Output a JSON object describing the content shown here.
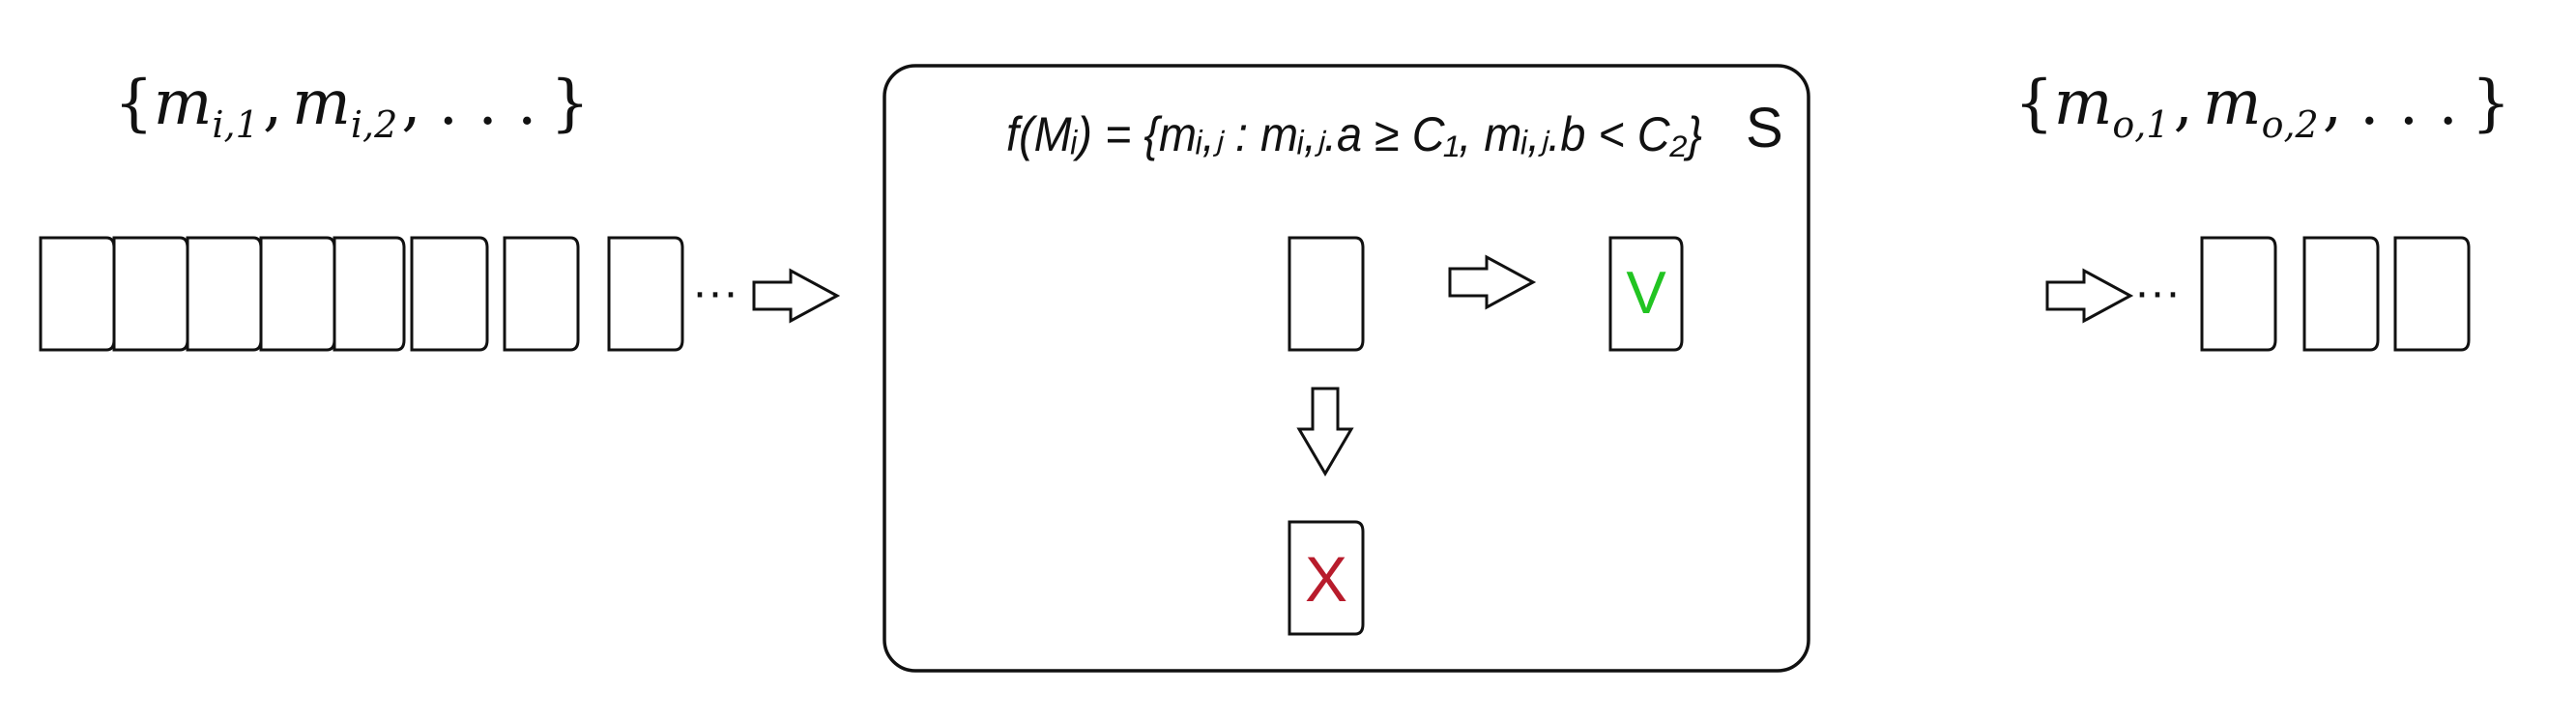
{
  "input_stream": {
    "set_open": "{",
    "m": "m",
    "sub_1": "i,1",
    "sub_2": "i,2",
    "comma": ",",
    "ellipsis": ". . .",
    "set_close": "}",
    "messages_shown": 8,
    "trailing_dots": "···"
  },
  "system": {
    "label": "S",
    "function_text": "f(Mᵢ) = {mᵢ,ⱼ : mᵢ,ⱼ.a ≥ C₁, mᵢ,ⱼ.b < C₂}",
    "accepted_mark": "V",
    "rejected_mark": "X",
    "accepted_color": "#22c422",
    "rejected_color": "#b81c2c"
  },
  "output_stream": {
    "set_open": "{",
    "m": "m",
    "sub_1": "o,1",
    "sub_2": "o,2",
    "comma": ",",
    "ellipsis": ". . .",
    "set_close": "}",
    "messages_shown": 3,
    "leading_dots": "···"
  }
}
